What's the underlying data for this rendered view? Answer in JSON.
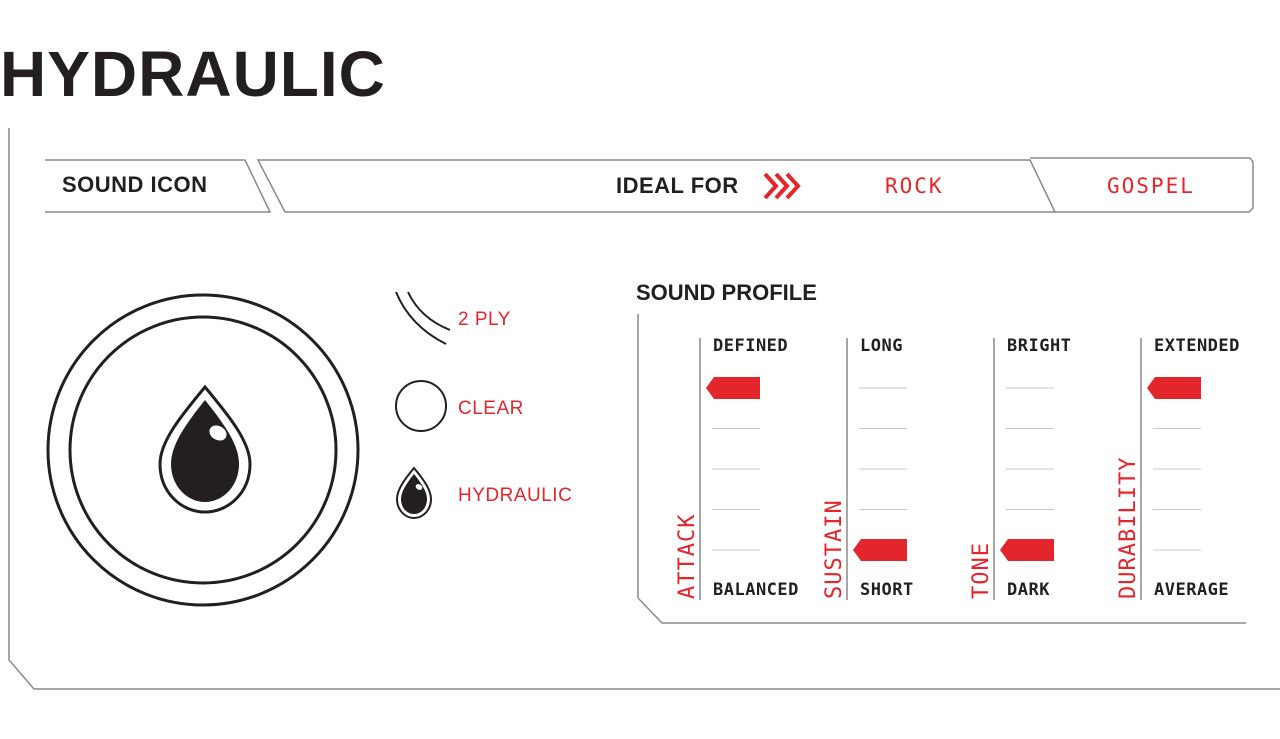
{
  "product": {
    "title": "HYDRAULIC"
  },
  "header": {
    "sound_icon_label": "SOUND ICON",
    "ideal_for_label": "IDEAL FOR",
    "genres": [
      "ROCK",
      "GOSPEL"
    ]
  },
  "icon_legend": {
    "items": [
      {
        "label": "2 PLY",
        "icon": "double-arc-icon"
      },
      {
        "label": "CLEAR",
        "icon": "circle-icon"
      },
      {
        "label": "HYDRAULIC",
        "icon": "drop-icon"
      }
    ]
  },
  "sound_profile": {
    "title": "SOUND PROFILE",
    "accent_color": "#e3262b",
    "steps": 5,
    "scales": [
      {
        "name": "ATTACK",
        "top": "DEFINED",
        "bottom": "BALANCED",
        "level": 5
      },
      {
        "name": "SUSTAIN",
        "top": "LONG",
        "bottom": "SHORT",
        "level": 1
      },
      {
        "name": "TONE",
        "top": "BRIGHT",
        "bottom": "DARK",
        "level": 1
      },
      {
        "name": "DURABILITY",
        "top": "EXTENDED",
        "bottom": "AVERAGE",
        "level": 5
      }
    ]
  }
}
